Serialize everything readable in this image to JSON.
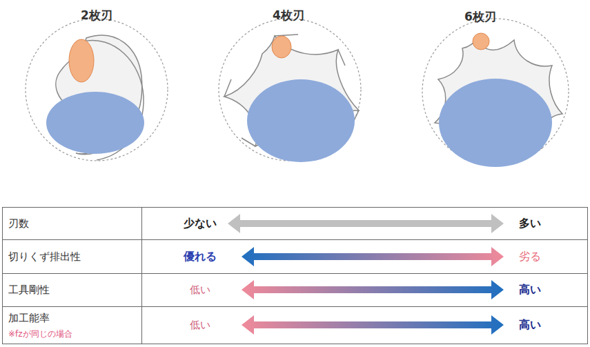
{
  "diagram": {
    "labels": [
      "2枚刃",
      "4枚刃",
      "6枚刃",
      "刃数",
      "少ない",
      "多い",
      "切りくず排出性",
      "優れる",
      "劣る",
      "工具剛性",
      "低い",
      "高い",
      "加工能率",
      "※fzが同じの場合",
      "低い",
      "高い"
    ]
  }
}
